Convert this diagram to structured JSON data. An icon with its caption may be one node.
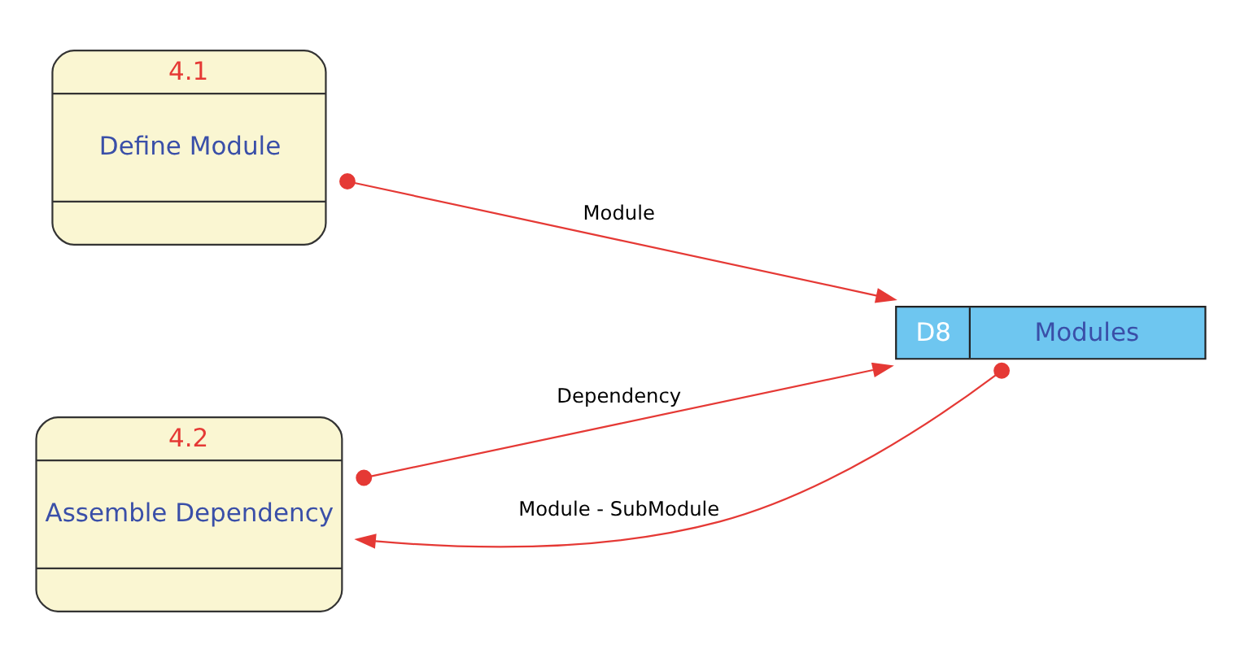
{
  "diagram": {
    "nodes": [
      {
        "text": [
          "4.1",
          "Define Module"
        ]
      },
      {
        "text": [
          "4.2",
          "Assemble Dependency"
        ]
      },
      {
        "text": [
          "D8",
          "Modules"
        ]
      }
    ],
    "edges": [
      {
        "from": 0,
        "to": 2,
        "arrow": "to",
        "label": "Module"
      },
      {
        "from": 2,
        "to": 1,
        "arrow": "to",
        "label": "Module - SubModule"
      },
      {
        "from": 1,
        "to": 2,
        "arrow": "to",
        "label": "Dependency"
      }
    ]
  }
}
